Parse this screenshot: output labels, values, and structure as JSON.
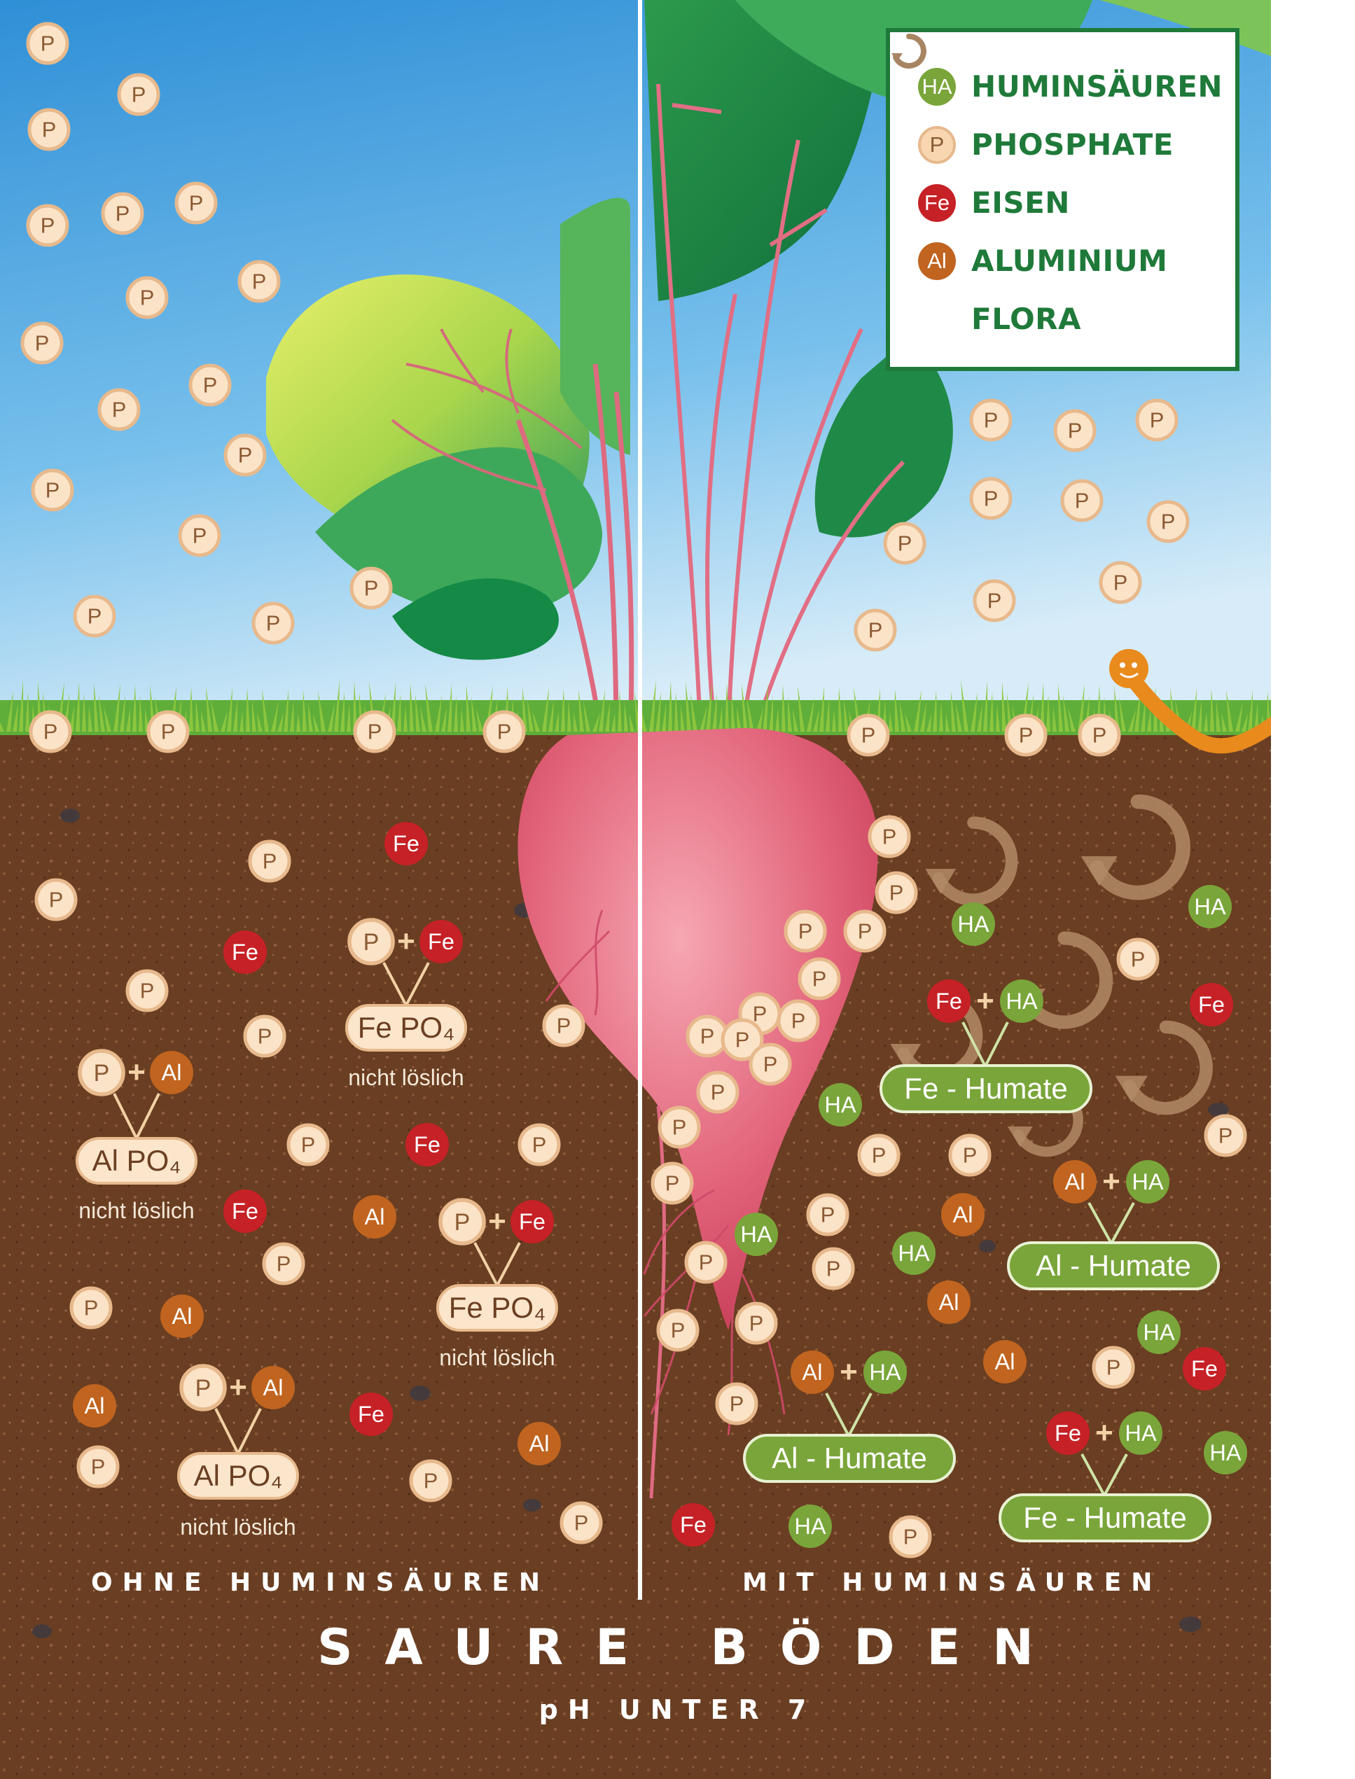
{
  "legend": {
    "items": [
      {
        "symbol": "HA",
        "label": "HUMINSÄUREN",
        "kind": "ha"
      },
      {
        "symbol": "P",
        "label": "PHOSPHATE",
        "kind": "p"
      },
      {
        "symbol": "Fe",
        "label": "EISEN",
        "kind": "fe"
      },
      {
        "symbol": "Al",
        "label": "ALUMINIUM",
        "kind": "al"
      },
      {
        "symbol": "flora-icon",
        "label": "FLORA",
        "kind": "flora"
      }
    ]
  },
  "symbols": {
    "phosphate": "P",
    "iron": "Fe",
    "aluminium": "Al",
    "humic": "HA",
    "plus": "+"
  },
  "left": {
    "caption": "OHNE HUMINSÄUREN",
    "insoluble": "nicht löslich",
    "fe_po4": "Fe PO₄",
    "al_po4": "Al PO₄"
  },
  "right": {
    "caption": "MIT HUMINSÄUREN",
    "fe_humate": "Fe - Humate",
    "al_humate": "Al - Humate"
  },
  "footer": {
    "title": "SAURE BÖDEN",
    "subtitle": "pH UNTER 7"
  },
  "colors": {
    "sky_top": "#4aa3e0",
    "sky_bottom": "#cfe8f8",
    "soil": "#6b3f22",
    "grass": "#6bb33a",
    "legend_border": "#1f7a3a",
    "humic": "#7aa53a",
    "iron": "#c62126",
    "aluminium": "#c0641f",
    "phosphate": "#f7d6b0",
    "beet": "#e0566f",
    "flora": "#b08a66"
  }
}
